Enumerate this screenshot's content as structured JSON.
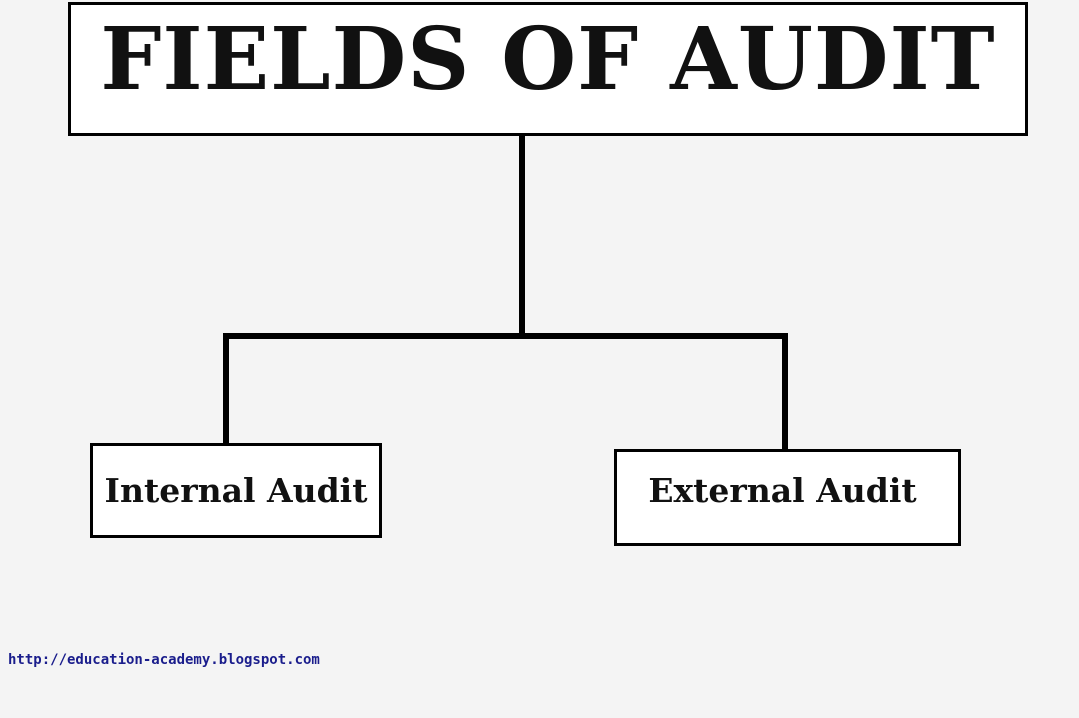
{
  "diagram": {
    "root": {
      "label": "FIELDS OF AUDIT"
    },
    "children": [
      {
        "label": "Internal Audit"
      },
      {
        "label": "External Audit"
      }
    ]
  },
  "footer": {
    "url": "http://education-academy.blogspot.com"
  },
  "colors": {
    "background": "#f4f4f4",
    "box_fill": "#ffffff",
    "lines": "#000000",
    "url_text": "#1a1d8c"
  }
}
